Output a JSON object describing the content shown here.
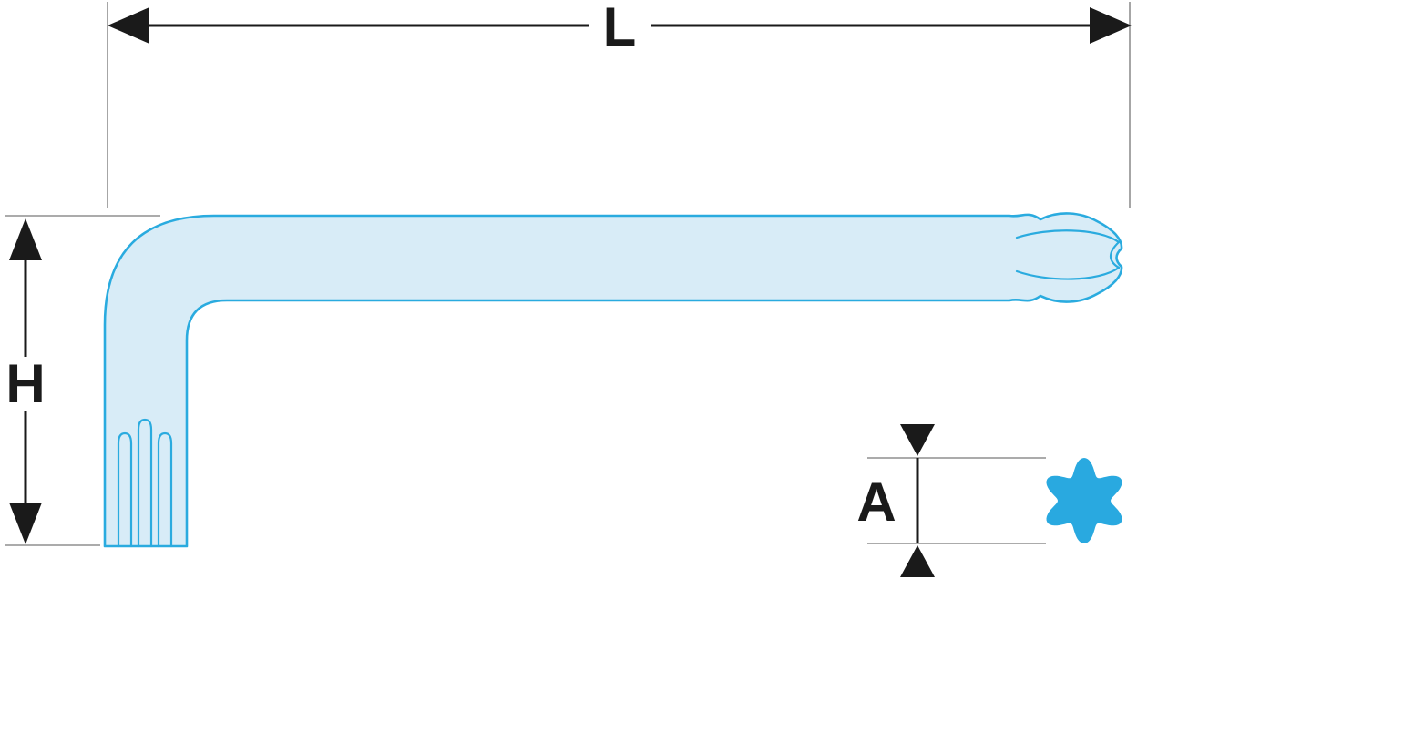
{
  "labels": {
    "length": "L",
    "height": "H",
    "across_flats": "A"
  },
  "colors": {
    "key_fill": "#d8ecf7",
    "key_stroke": "#2aabdf",
    "star_fill": "#29a9e0",
    "dimension_color": "#1a1a1a",
    "extension_color": "#8f8f8f",
    "background": "#ffffff"
  }
}
